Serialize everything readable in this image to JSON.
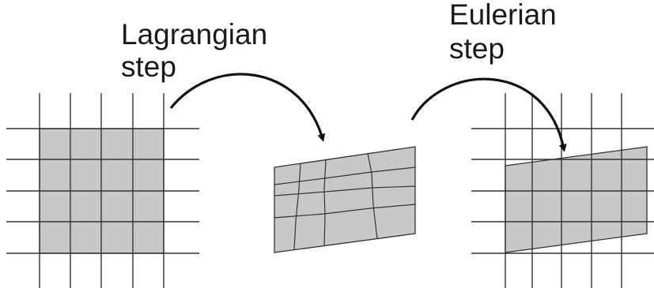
{
  "labels": {
    "lagrangian_line1": "Lagrangian",
    "lagrangian_line2": "step",
    "eulerian_line1": "Eulerian",
    "eulerian_line2": "step"
  },
  "colors": {
    "fill": "#c8c8c8",
    "grid": "#333333",
    "arrow": "#111111",
    "background": "#ffffff"
  }
}
